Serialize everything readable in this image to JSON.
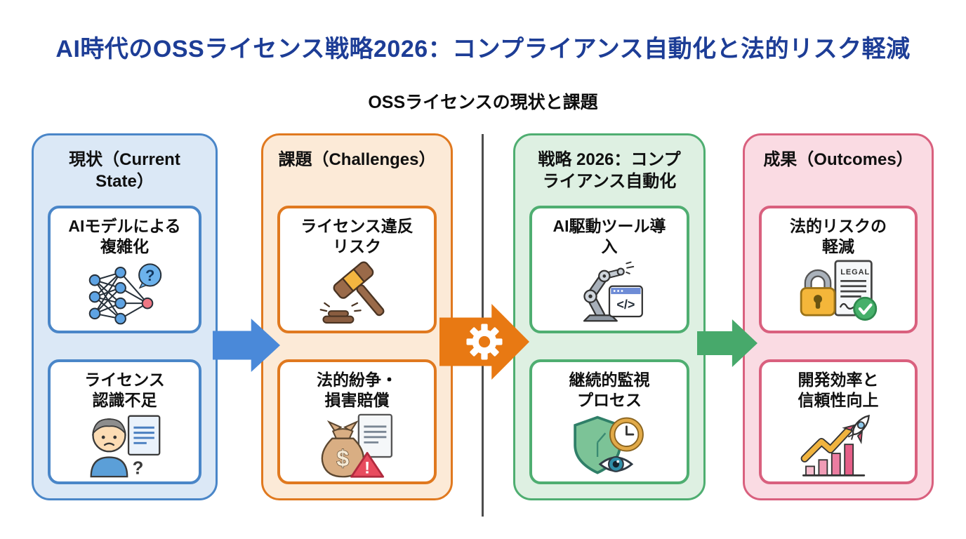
{
  "page": {
    "title": "AI時代のOSSライセンス戦略2026：コンプライアンス自動化と法的リスク軽減",
    "subtitle": "OSSライセンスの現状と課題"
  },
  "colors": {
    "title_text": "#1d3d96",
    "divider": "#4d4d4d",
    "blue_border": "#4a86c8",
    "blue_bg": "#dbe8f6",
    "orange_border": "#e0791f",
    "orange_bg": "#fcead7",
    "green_border": "#4fae71",
    "green_bg": "#def0e2",
    "pink_border": "#d9607e",
    "pink_bg": "#fadbe3",
    "arrow_blue": "#4a89d9",
    "arrow_orange": "#e87913",
    "arrow_green": "#47a96b"
  },
  "columns": [
    {
      "id": "current-state",
      "header_line1": "現状（Current",
      "header_line2": "State）",
      "cards": [
        {
          "line1": "AIモデルによる",
          "line2": "複雑化",
          "icon": "neural-network-question-icon"
        },
        {
          "line1": "ライセンス",
          "line2": "認識不足",
          "icon": "confused-person-document-icon"
        }
      ]
    },
    {
      "id": "challenges",
      "header_line1": "課題（Challenges）",
      "header_line2": "",
      "cards": [
        {
          "line1": "ライセンス違反",
          "line2": "リスク",
          "icon": "gavel-icon"
        },
        {
          "line1": "法的紛争・",
          "line2": "損害賠償",
          "icon": "money-bag-warning-icon"
        }
      ]
    },
    {
      "id": "strategy-2026",
      "header_line1": "戦略 2026：コンプ",
      "header_line2": "ライアンス自動化",
      "cards": [
        {
          "line1": "AI駆動ツール導",
          "line2": "入",
          "icon": "robot-arm-code-icon"
        },
        {
          "line1": "継続的監視",
          "line2": "プロセス",
          "icon": "shield-clock-eye-icon"
        }
      ]
    },
    {
      "id": "outcomes",
      "header_line1": "成果（Outcomes）",
      "header_line2": "",
      "cards": [
        {
          "line1": "法的リスクの",
          "line2": "軽減",
          "icon": "lock-legal-check-icon"
        },
        {
          "line1": "開発効率と",
          "line2": "信頼性向上",
          "icon": "growth-rocket-icon"
        }
      ]
    }
  ],
  "arrows": [
    {
      "id": "flow-arrow-1",
      "color": "#4a89d9",
      "icon": ""
    },
    {
      "id": "flow-arrow-2",
      "color": "#e87913",
      "icon": "gear-icon"
    },
    {
      "id": "flow-arrow-3",
      "color": "#47a96b",
      "icon": ""
    }
  ]
}
